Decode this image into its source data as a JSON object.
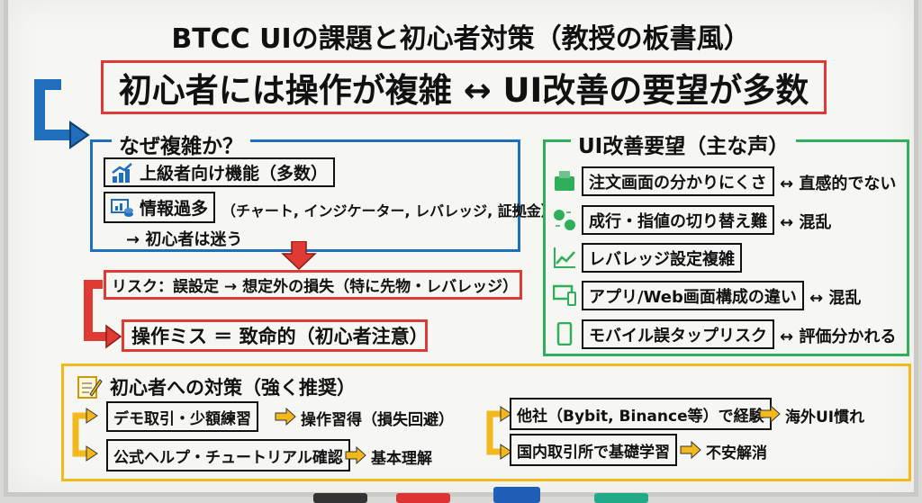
{
  "title": "BTCC UIの課題と初心者対策（教授の板書風）",
  "headline": "初心者には操作が複雑 ↔ UI改善の要望が多数",
  "why": {
    "heading": "なぜ複雑か？",
    "item1": "上級者向け機能（多数）",
    "item2": "情報過多",
    "item2_detail": "（チャート, インジケーター, レバレッジ, 証拠金）",
    "result": "→ 初心者は迷う"
  },
  "risk": {
    "line1": "リスク：誤設定 → 想定外の損失（特に先物・レバレッジ）",
    "line2": "操作ミス ＝ 致命的（初心者注意）"
  },
  "requests": {
    "heading": "UI改善要望（主な声）",
    "items": [
      {
        "label": "注文画面の分かりにくさ",
        "note": "↔ 直感的でない",
        "icon": "order-screen-icon"
      },
      {
        "label": "成行・指値の切り替え難",
        "note": "↔ 混乱",
        "icon": "switch-icon"
      },
      {
        "label": "レバレッジ設定複雑",
        "note": "",
        "icon": "chart-line-icon"
      },
      {
        "label": "アプリ/Web画面構成の違い",
        "note": "↔ 混乱",
        "icon": "devices-icon"
      },
      {
        "label": "モバイル誤タップリスク",
        "note": "↔ 評価分かれる",
        "icon": "mobile-icon"
      }
    ]
  },
  "measures": {
    "heading": "初心者への対策（強く推奨）",
    "left": [
      {
        "label": "デモ取引・少額練習",
        "result": "操作習得（損失回避）"
      },
      {
        "label": "公式ヘルプ・チュートリアル確認",
        "result": "基本理解"
      }
    ],
    "right": [
      {
        "label": "他社（Bybit, Binance等）で経験",
        "result": "海外UI慣れ"
      },
      {
        "label": "国内取引所で基礎学習",
        "result": "不安解消"
      }
    ]
  },
  "colors": {
    "red": "#e03a35",
    "blue": "#1f6fbd",
    "green": "#2fae5c",
    "yellow": "#f2b81c"
  }
}
